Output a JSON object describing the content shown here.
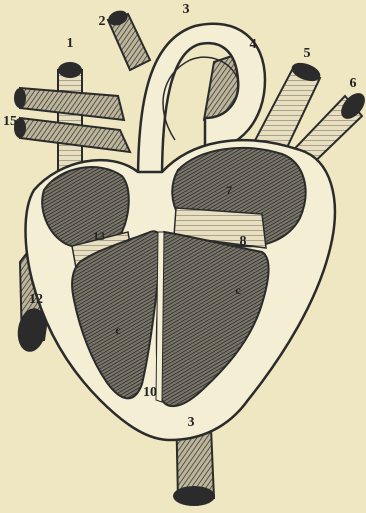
{
  "figure": {
    "background": "#efe6c2",
    "ink": "#2b2b2b",
    "labels": {
      "n1": "1",
      "n2": "2",
      "n3_top": "3",
      "n4": "4",
      "n5": "5",
      "n6": "6",
      "n15": "15",
      "n12": "12",
      "n13": "13",
      "n7": "7",
      "n8": "8",
      "n10": "10",
      "n3_bottom": "3",
      "c_left": "c",
      "c_right": "c"
    }
  }
}
